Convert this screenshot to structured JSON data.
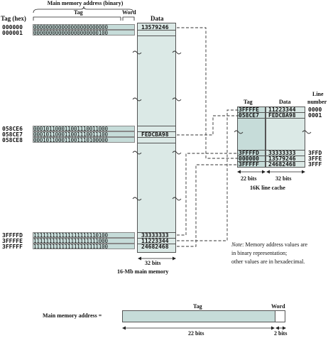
{
  "header": {
    "main_memory_address": "Main memory address (binary)",
    "tag_hex": "Tag (hex)",
    "tag": "Tag",
    "word": "Word",
    "data": "Data"
  },
  "main_memory": {
    "rows_top": [
      {
        "tag": "000000",
        "bin": "000000000000000000000000",
        "data": "13579246"
      },
      {
        "tag": "000001",
        "bin": "000000000000000000000100",
        "data": ""
      }
    ],
    "rows_mid": [
      {
        "tag": "058CE6",
        "bin": "000101100011001110011000",
        "data": ""
      },
      {
        "tag": "058CE7",
        "bin": "000101100011001110011100",
        "data": "FEDCBA98"
      },
      {
        "tag": "058CE8",
        "bin": "000101100011001110100000",
        "data": ""
      }
    ],
    "rows_bot": [
      {
        "tag": "3FFFFD",
        "bin": "111111111111111111110100",
        "data": "33333333"
      },
      {
        "tag": "3FFFFE",
        "bin": "111111111111111111111000",
        "data": "11223344"
      },
      {
        "tag": "3FFFFF",
        "bin": "111111111111111111111100",
        "data": "24682468"
      }
    ],
    "width_label": "32 bits",
    "caption": "16-Mb main memory"
  },
  "cache": {
    "header_tag": "Tag",
    "header_data": "Data",
    "header_line": "Line",
    "header_number": "number",
    "rows_top": [
      {
        "tag": "3FFFFE",
        "data": "11223344",
        "line": "0000"
      },
      {
        "tag": "058CE7",
        "data": "FEDCBA98",
        "line": "0001"
      }
    ],
    "rows_bot": [
      {
        "tag": "3FFFFD",
        "data": "33333333",
        "line": "3FFD"
      },
      {
        "tag": "000000",
        "data": "13579246",
        "line": "3FFE"
      },
      {
        "tag": "3FFFFF",
        "data": "24682468",
        "line": "3FFF"
      }
    ],
    "tag_bits": "22 bits",
    "data_bits": "32 bits",
    "caption": "16K line cache"
  },
  "note": {
    "line1_italic": "Note",
    "line1_rest": ": Memory address values are",
    "line2": "in binary representation;",
    "line3": "other values are in hexadecimal."
  },
  "address_format": {
    "label": "Main memory address =",
    "tag": "Tag",
    "word": "Word",
    "tag_bits": "22 bits",
    "word_bits": "2 bits"
  },
  "colors": {
    "fill": "#c6dcd9",
    "fill_light": "#dbe9e6"
  }
}
